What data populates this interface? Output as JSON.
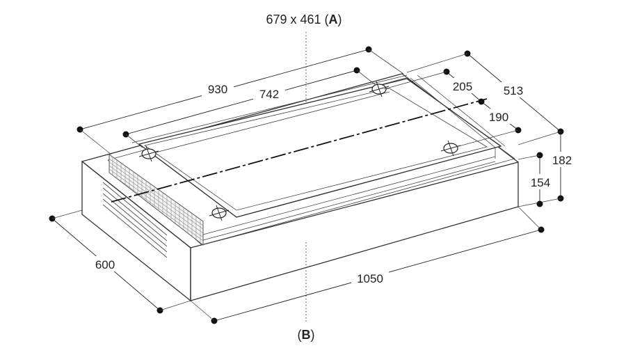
{
  "title_a": {
    "size": "679 x 461",
    "open": " (",
    "letter": "A",
    "close": ")"
  },
  "title_b": {
    "open": "(",
    "letter": "B",
    "close": ")"
  },
  "dimensions": {
    "overall_length": "930",
    "inner_length": "742",
    "depth_513": "513",
    "spacing_205": "205",
    "spacing_190": "190",
    "height_182": "182",
    "height_154": "154",
    "depth_600": "600",
    "width_1050": "1050"
  },
  "colors": {
    "outline": "#333333",
    "filter": "#888888",
    "surface": "#ffffff"
  }
}
